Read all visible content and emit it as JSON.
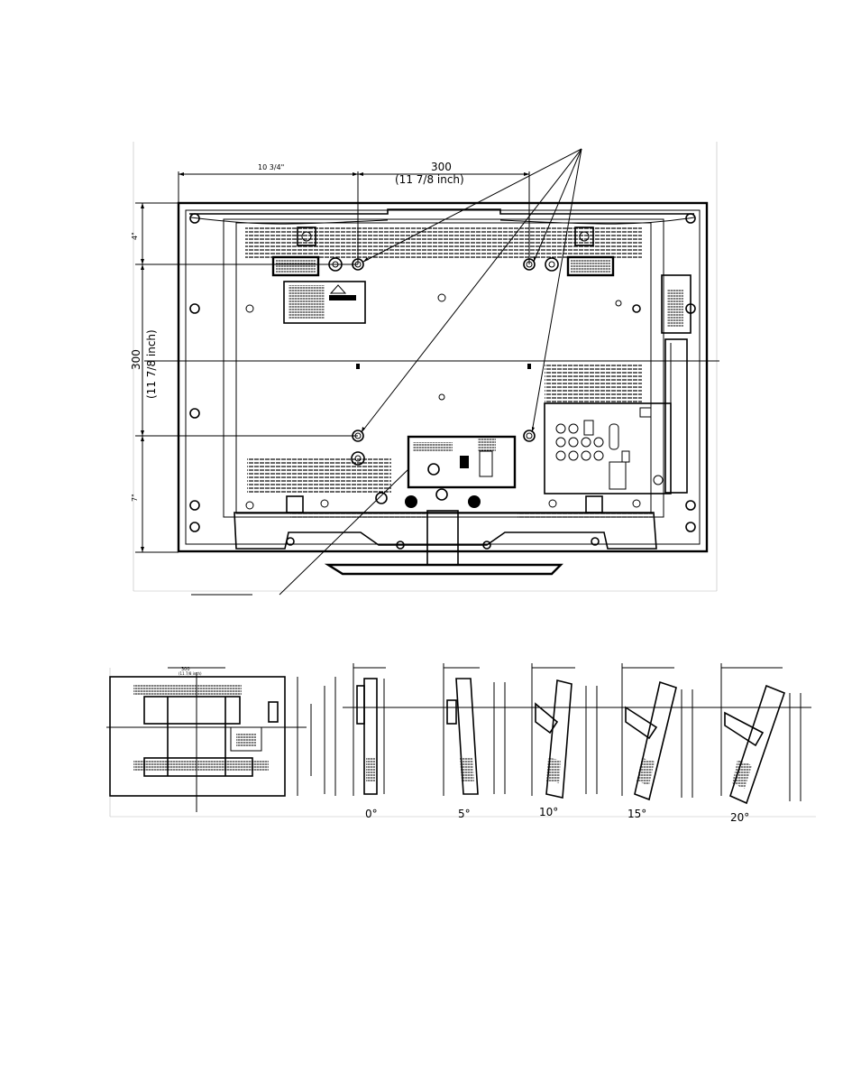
{
  "top_view": {
    "dim_horizontal_value": "300",
    "dim_horizontal_inch": "(11 7/8 inch)",
    "dim_vertical_value": "300",
    "dim_vertical_inch": "(11 7/8 inch)",
    "dim_left_offset": "10 3/4\"",
    "dim_top_offset": "4\"",
    "dim_bottom_offset": "7\""
  },
  "side_views": {
    "angles": [
      "0°",
      "5°",
      "10°",
      "15°",
      "20°"
    ]
  }
}
